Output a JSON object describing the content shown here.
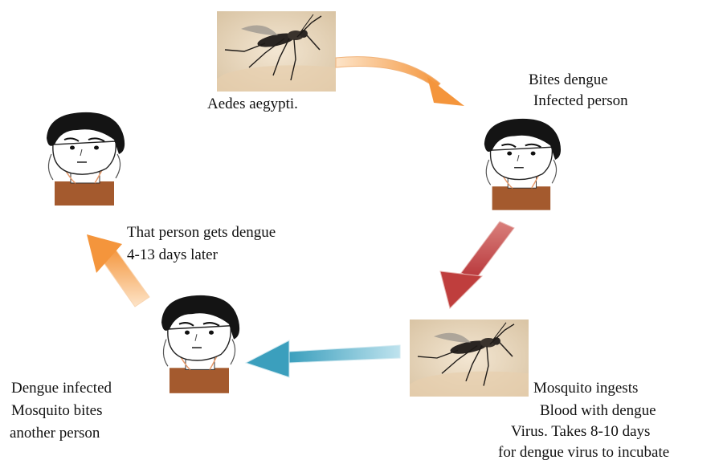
{
  "labels": {
    "mosquito_top": "Aedes aegypti.",
    "bites_line1": "Bites dengue",
    "bites_line2": "Infected person",
    "gets_line1": "That person gets dengue",
    "gets_line2": "4-13 days later",
    "infected_line1": "Dengue infected",
    "infected_line2": "Mosquito bites",
    "infected_line3": "another person",
    "ingests_line1": "Mosquito ingests",
    "ingests_line2": "Blood with dengue",
    "ingests_line3": "Virus. Takes  8-10 days",
    "ingests_line4": "for dengue virus to incubate"
  },
  "colors": {
    "arrow_orange": "#f7a04a",
    "arrow_red": "#c0413f",
    "arrow_blue": "#4ea9c4",
    "shirt_brown": "#a45a2e",
    "hair": "#141414",
    "photo_bg": "#eadcc6"
  },
  "icons": [
    "mosquito-photo",
    "person-face",
    "cycle-arrow"
  ]
}
